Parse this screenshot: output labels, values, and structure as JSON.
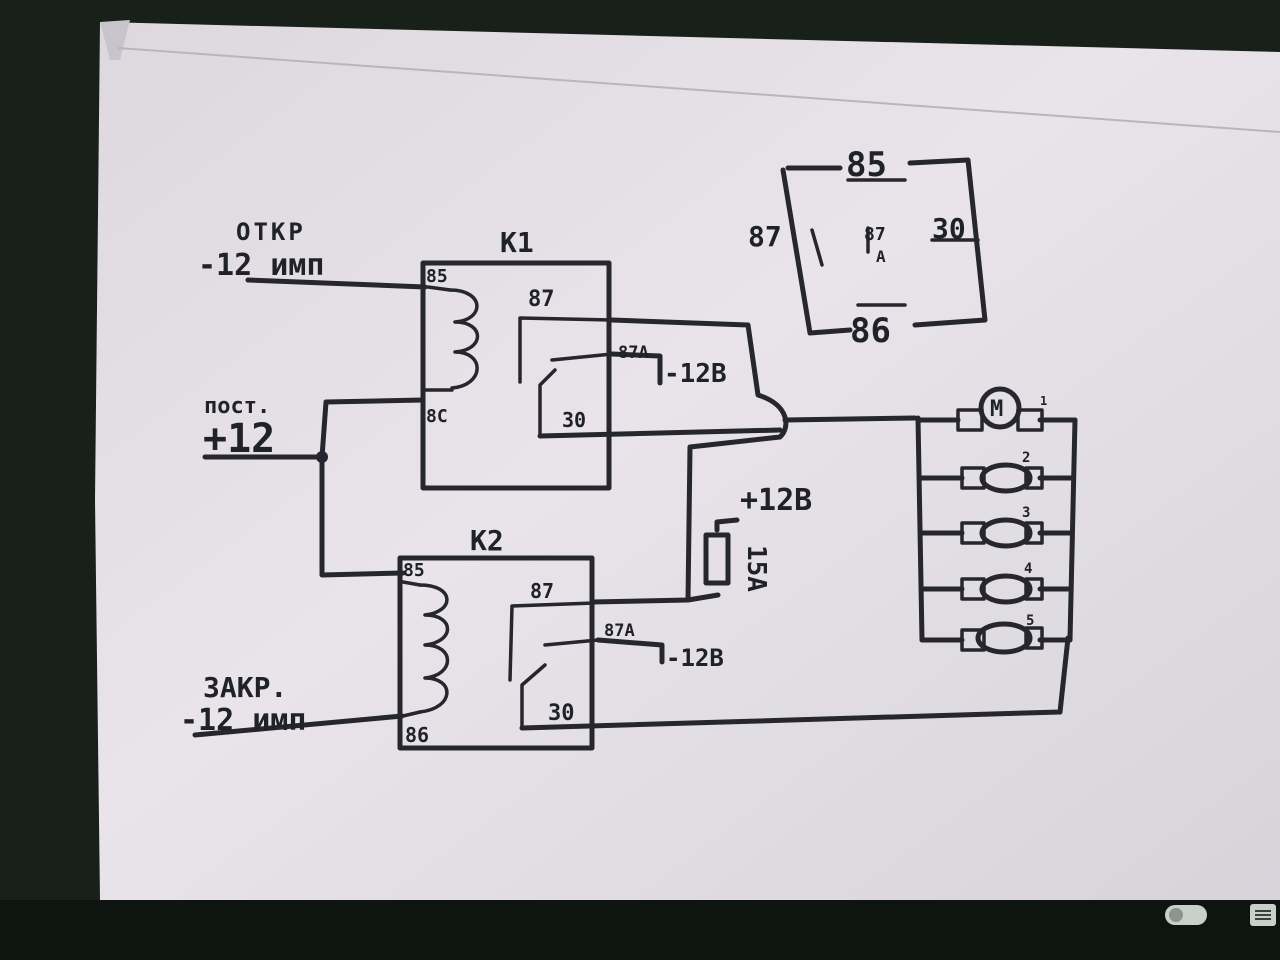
{
  "diagram": {
    "relay_k1": {
      "title": "K1",
      "pin_85": "85",
      "pin_86": "8С",
      "pin_87": "87",
      "pin_87a": "87А",
      "pin_30": "30",
      "rest_label": "-12В"
    },
    "relay_k2": {
      "title": "К2",
      "pin_85": "85",
      "pin_86": "86",
      "pin_87": "87",
      "pin_87a": "87А",
      "pin_30": "30",
      "rest_label": "-12В"
    },
    "inputs": {
      "open_label": "ОТКР",
      "open_signal": "-12 имп",
      "const_label": "пост.",
      "const_value": "+12",
      "close_label": "ЗАКР.",
      "close_signal": "-12 имп"
    },
    "fuse": {
      "supply": "+12В",
      "rating": "15А"
    },
    "actuators": {
      "motor_symbol": "М",
      "numbers": [
        "1",
        "2",
        "3",
        "4",
        "5"
      ]
    },
    "pinout": {
      "pin_85": "85",
      "pin_87": "87",
      "pin_87a_top": "87",
      "pin_87a_bottom": "А",
      "pin_30": "30",
      "pin_86": "86"
    }
  },
  "colors": {
    "paper": "#e4dfe6",
    "ink": "#26262e",
    "background": "#1a2418"
  },
  "icons": {
    "toggle": "toggle-icon",
    "menu": "menu-icon"
  }
}
